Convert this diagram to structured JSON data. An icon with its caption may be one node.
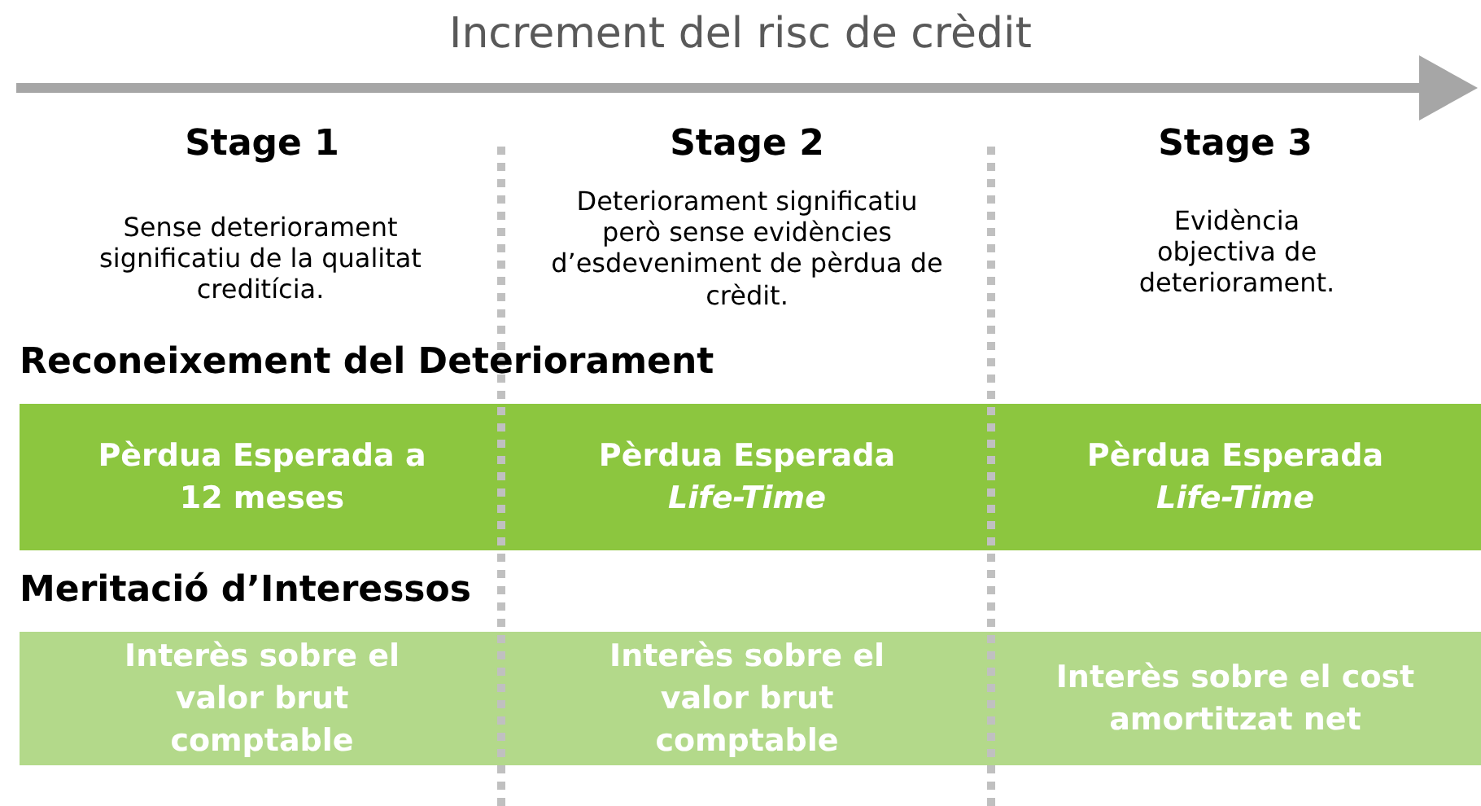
{
  "diagram": {
    "nodes": [
      {
        "text": [
          "Pèrdua Esperada a 12 meses"
        ]
      },
      {
        "text": [
          "Pèrdua Esperada *Life-Time*"
        ]
      },
      {
        "text": [
          "Pèrdua Esperada *Life-Time*"
        ]
      },
      {
        "text": [
          "Interès sobre el valor brut comptable"
        ]
      },
      {
        "text": [
          "Interès sobre el valor brut comptable"
        ]
      },
      {
        "text": [
          "Interès sobre el cost amortitzat net"
        ]
      }
    ],
    "labels": [
      "Increment del risc de crèdit",
      "Stage 1",
      "Stage 2",
      "Stage 3",
      "Sense deteriorament significatiu de la qualitat creditícia.",
      "Deteriorament significatiu però sense evidències d’esdeveniment de pèrdua de crèdit.",
      "Evidència objectiva de deteriorament.",
      "Reconeixement del Deteriorament",
      "Meritació d’Interessos"
    ]
  }
}
